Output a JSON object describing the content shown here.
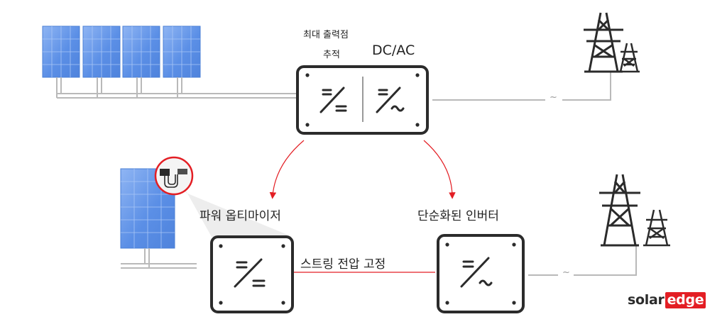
{
  "labels": {
    "mppt_line1": "최대 출력점",
    "mppt_line2": "추적",
    "dcac": "DC/AC",
    "power_optimizer": "파워 옵티마이저",
    "simplified_inverter": "단순화된 인버터",
    "fixed_string_voltage": "스트링 전압 고정",
    "tilde_top": "~",
    "tilde_bottom": "~"
  },
  "logo": {
    "part1": "solar",
    "part2": "edge"
  },
  "colors": {
    "panel": "#5b8fe6",
    "panel_light": "#8fb5f3",
    "wire": "#b9b9b9",
    "box_stroke": "#2b2b2b",
    "accent_red": "#e31e24"
  },
  "icons": [
    "solar-panel-icon",
    "dc-dc-symbol-icon",
    "dc-ac-symbol-icon",
    "transmission-tower-icon",
    "power-optimizer-device-icon"
  ]
}
